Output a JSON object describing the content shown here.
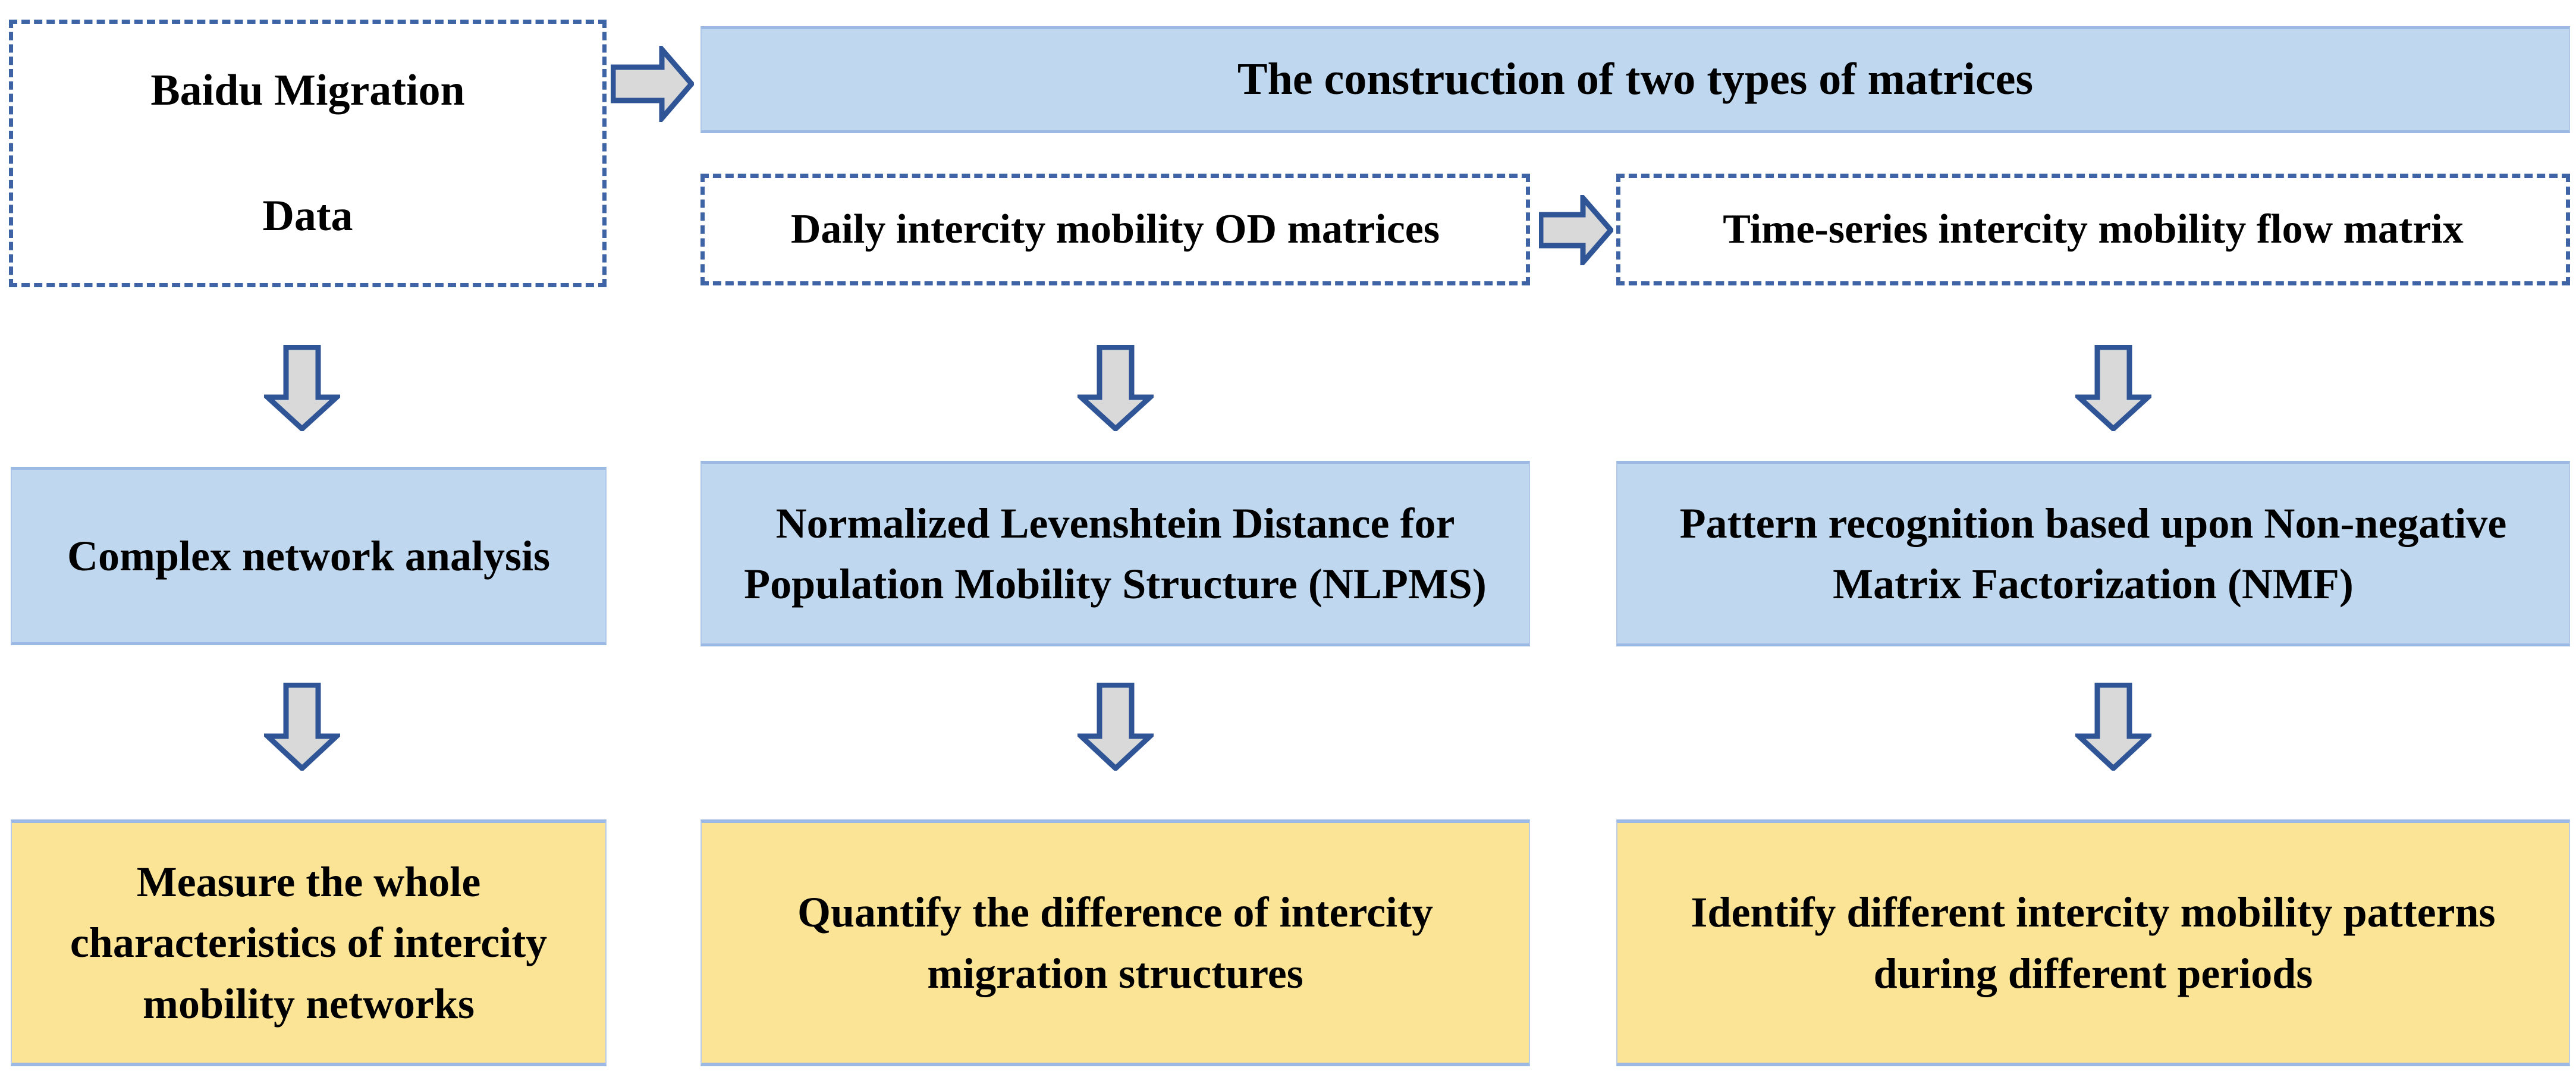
{
  "diagram": {
    "title": "Research framework flowchart",
    "colors": {
      "blue_fill": "#bfd8ef",
      "blue_border": "#9cb9e3",
      "yellow_fill": "#fce496",
      "yellow_border": "#9cb9e3",
      "dashed_border": "#3f64a6",
      "arrow_fill": "#d9d9d9",
      "arrow_stroke": "#2f5597",
      "text": "#000000"
    }
  },
  "nodes": {
    "data_source": "Baidu Migration\nData",
    "data_source_line1": "Baidu Migration",
    "data_source_line2": "Data",
    "banner": "The construction of two types of matrices",
    "matrix_od": "Daily intercity mobility OD matrices",
    "matrix_timeseries": "Time-series intercity mobility flow matrix",
    "method_left": "Complex network analysis",
    "method_middle": "Normalized Levenshtein Distance for Population Mobility Structure (NLPMS)",
    "method_right": "Pattern recognition based upon Non-negative Matrix Factorization (NMF)",
    "outcome_left": "Measure the whole characteristics of intercity mobility networks",
    "outcome_middle": "Quantify the difference of intercity migration structures",
    "outcome_right": "Identify different intercity mobility patterns during different periods"
  },
  "arrows": {
    "source_to_banner": "arrow-right",
    "od_to_timeseries": "arrow-right",
    "left_down_1": "arrow-down",
    "middle_down_1": "arrow-down",
    "right_down_1": "arrow-down",
    "left_down_2": "arrow-down",
    "middle_down_2": "arrow-down",
    "right_down_2": "arrow-down"
  }
}
